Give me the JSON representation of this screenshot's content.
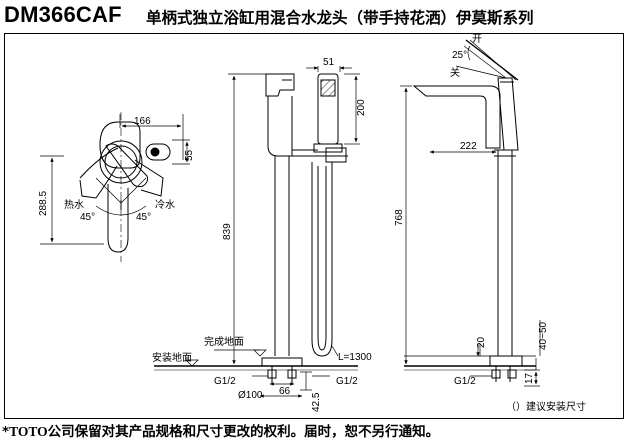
{
  "header": {
    "model": "DM366CAF",
    "title": "单柄式独立浴缸用混合水龙头（带手持花洒）伊莫斯系列"
  },
  "front_view": {
    "dim_width_166": "166",
    "dim_55": "55",
    "dim_288_5": "288.5",
    "label_hot": "热水",
    "label_cold": "冷水",
    "angle_left": "45°",
    "angle_right": "45°"
  },
  "side_view": {
    "dim_51": "51",
    "dim_200": "200",
    "dim_839": "839",
    "label_finished_floor": "完成地面",
    "label_install_floor": "安装地面",
    "hose_length": "L=1300",
    "g_left": "G1/2",
    "g_right": "G1/2",
    "dim_66": "66",
    "dim_dia_100": "Ø100",
    "dim_42_5": "42.5"
  },
  "right_view": {
    "label_open": "开",
    "label_close": "关",
    "angle_25": "25°",
    "dim_222": "222",
    "dim_768": "768",
    "dim_20": "20",
    "dim_40_50": "40~50",
    "dim_17": "17",
    "g_bottom": "G1/2",
    "note": "（）建议安装尺寸"
  },
  "footer": {
    "star": "*",
    "brand": "TOTO",
    "text": "公司保留对其产品规格和尺寸更改的权利。届时，恕不另行通知。"
  }
}
